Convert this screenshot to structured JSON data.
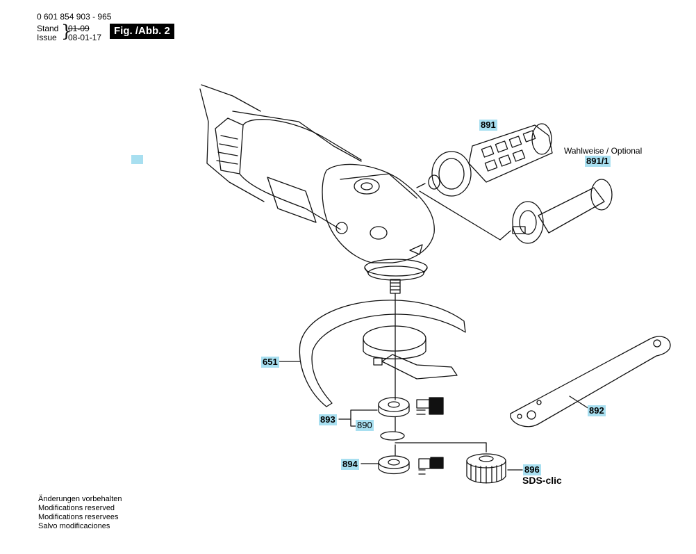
{
  "header": {
    "part_number": "0 601 854 903 - 965",
    "stand_label": "Stand",
    "issue_label": "Issue",
    "stand_date": "01-09",
    "issue_date": "08-01-17",
    "figure_label": "Fig. /Abb. 2"
  },
  "callouts": {
    "p891": "891",
    "p891_1": "891/1",
    "p651": "651",
    "p892": "892",
    "p893": "893",
    "p890": "890",
    "p894": "894",
    "p896": "896"
  },
  "notes": {
    "optional": "Wahlweise / Optional",
    "sds": "SDS-clic"
  },
  "footer": {
    "line1": "Änderungen vorbehalten",
    "line2": "Modifications reserved",
    "line3": "Modifications reservees",
    "line4": "Salvo modificaciones"
  },
  "colors": {
    "callout_highlight": "#a8dff0",
    "figure_box": "#000000"
  }
}
